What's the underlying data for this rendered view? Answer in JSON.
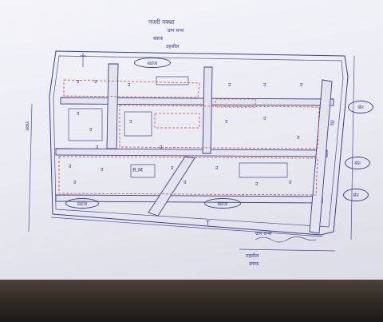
{
  "header": {
    "line1": "नजरी नक्शा",
    "line2": "ग्राम सभा",
    "line3": "ब्लाक",
    "line4": "तहसील"
  },
  "map": {
    "roads": {
      "top": "खड़ंजा",
      "left": "रास्ता",
      "right": "रोड",
      "bottom": "खड़ंजा",
      "bottom_right": "खड़ंजा"
    },
    "house_mark": "उ",
    "plot_label": "R.M",
    "side_labels": [
      "खेत",
      "खेत",
      "खेत"
    ],
    "bottom_mark": "T"
  },
  "footer": {
    "line1": "ग्राम सभा",
    "line2": "तहसील",
    "line3": "ब्लाक"
  },
  "colors": {
    "ink": "#3b3f8a",
    "red_ink": "#c6504a",
    "paper": "#eeeef6"
  }
}
